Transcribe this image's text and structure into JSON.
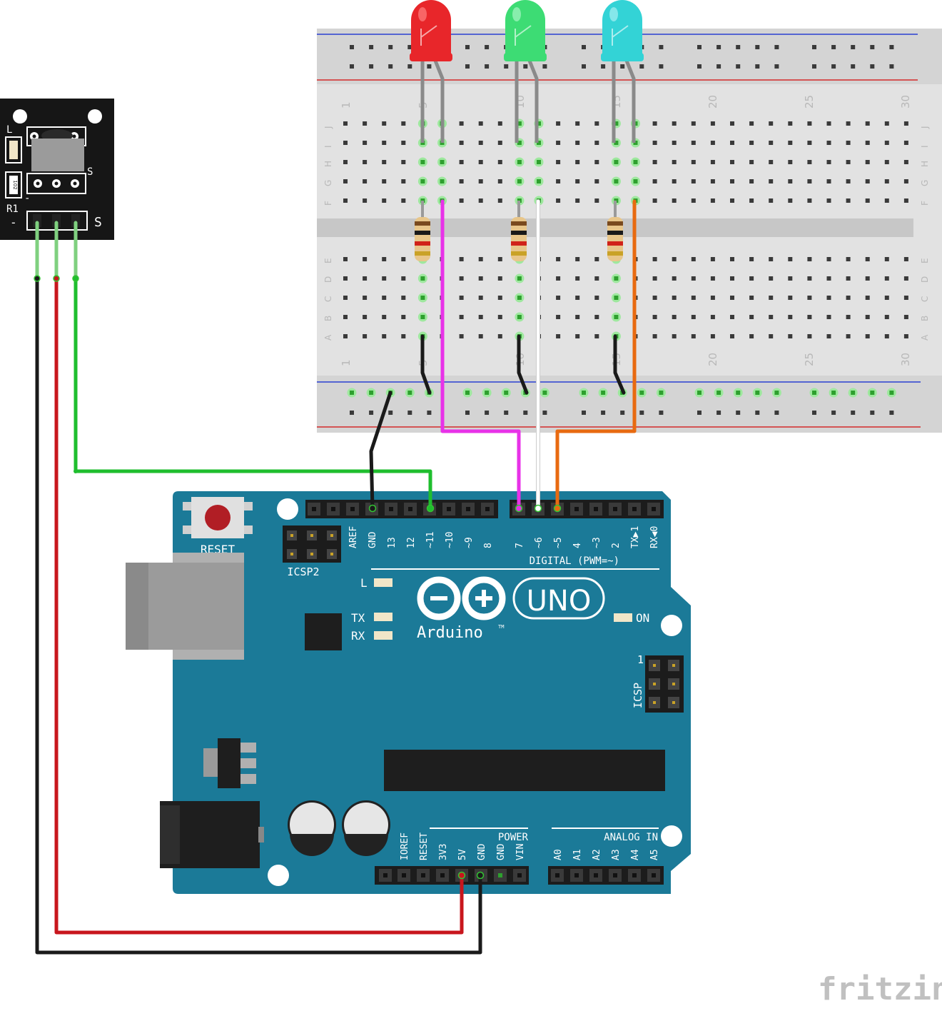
{
  "breadboard": {
    "column_numbers": [
      "1",
      "5",
      "10",
      "15",
      "20",
      "25",
      "30"
    ],
    "row_letters_top": [
      "J",
      "I",
      "H",
      "G",
      "F"
    ],
    "row_letters_bottom": [
      "E",
      "D",
      "C",
      "B",
      "A"
    ]
  },
  "ir_receiver": {
    "label_l": "L",
    "label_r1": "R1",
    "label_102": "102",
    "label_s_top": "S",
    "label_s_pin": "S",
    "label_minus_top": "-",
    "label_minus_pin": "-"
  },
  "arduino": {
    "reset_label": "RESET",
    "icsp2_label": "ICSP2",
    "icsp_label": "ICSP",
    "icsp_pin1": "1",
    "digital_label": "DIGITAL (PWM=~)",
    "led_l": "L",
    "led_tx": "TX",
    "led_rx": "RX",
    "led_on": "ON",
    "logo_text": "Arduino",
    "logo_tm": "TM",
    "uno_text": "UNO",
    "power_label": "POWER",
    "analog_label": "ANALOG IN",
    "digital_pins": [
      "AREF",
      "GND",
      "13",
      "12",
      "~11",
      "~10",
      "~9",
      "8",
      "7",
      "~6",
      "~5",
      "4",
      "~3",
      "2",
      "TX▶1",
      "RX◀0"
    ],
    "power_pins": [
      "IOREF",
      "RESET",
      "3V3",
      "5V",
      "GND",
      "GND",
      "VIN"
    ],
    "analog_pins": [
      "A0",
      "A1",
      "A2",
      "A3",
      "A4",
      "A5"
    ]
  },
  "components": {
    "leds": [
      {
        "color_name": "red",
        "color": "#e8262a",
        "highlight": "#ff8080"
      },
      {
        "color_name": "green",
        "color": "#3ddc74",
        "highlight": "#a8f5c4"
      },
      {
        "color_name": "cyan",
        "color": "#33d3d6",
        "highlight": "#a8f0f2"
      }
    ]
  },
  "wire_colors": {
    "black": "#1a1a1a",
    "red": "#c8161d",
    "green": "#1fbe2e",
    "magenta": "#e832e8",
    "white": "#ffffff",
    "orange": "#e86a10",
    "gray": "#8a8a8a"
  },
  "board_color": "#1b7a98",
  "watermark": "fritzing"
}
